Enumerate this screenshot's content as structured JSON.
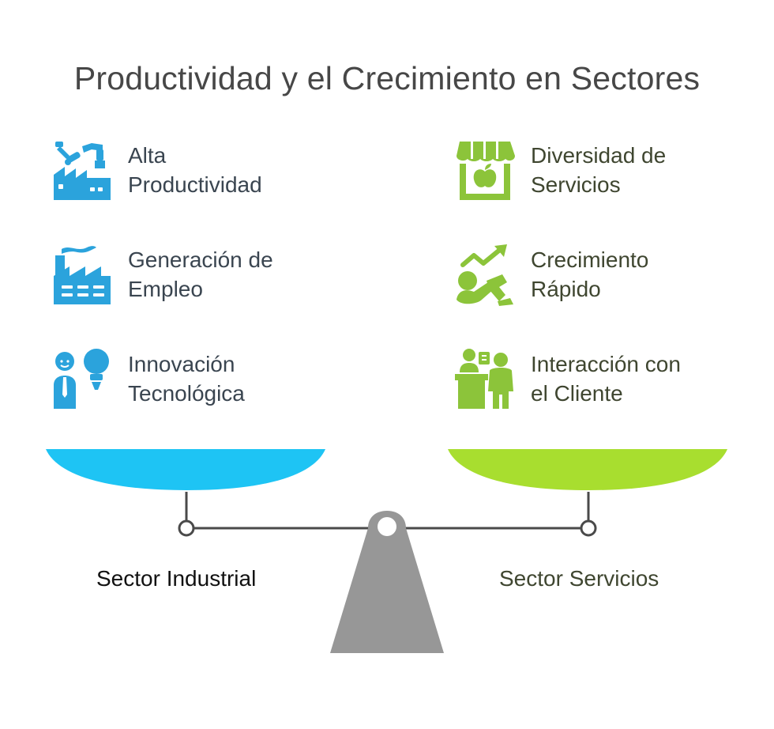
{
  "title": "Productividad y el Crecimiento en Sectores",
  "colors": {
    "industrial": "#1ec4f4",
    "industrial_icon": "#2ba3dc",
    "services": "#a8de2f",
    "services_icon": "#8cc43a",
    "fulcrum": "#979797",
    "beam": "#4a4a4a"
  },
  "left": {
    "sector_label": "Sector Industrial",
    "items": [
      {
        "line1": "Alta",
        "line2": "Productividad",
        "icon": "robot-arm-factory-icon"
      },
      {
        "line1": "Generación de",
        "line2": "Empleo",
        "icon": "factory-icon"
      },
      {
        "line1": "Innovación",
        "line2": "Tecnológica",
        "icon": "person-lightbulb-icon"
      }
    ]
  },
  "right": {
    "sector_label": "Sector Servicios",
    "items": [
      {
        "line1": "Diversidad de",
        "line2": "Servicios",
        "icon": "storefront-apple-icon"
      },
      {
        "line1": "Crecimiento",
        "line2": "Rápido",
        "icon": "growth-runner-icon"
      },
      {
        "line1": "Interacción con",
        "line2": "el Cliente",
        "icon": "customer-service-icon"
      }
    ]
  }
}
